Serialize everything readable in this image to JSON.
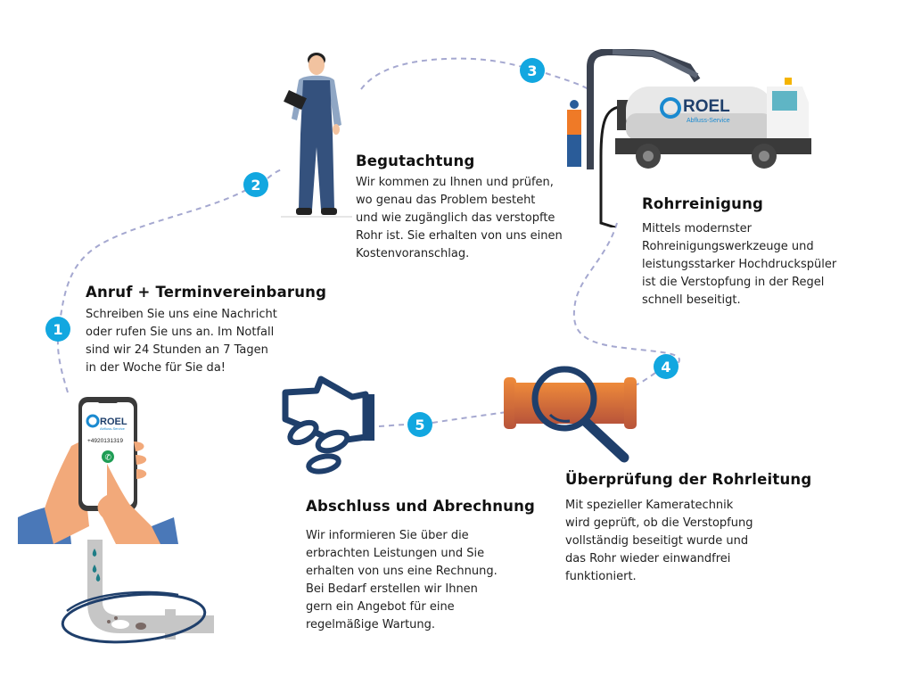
{
  "colors": {
    "badge": "#12a7e0",
    "path": "#a5a8d0",
    "navy": "#1f3f6b",
    "orange_pipe": "#e07a35",
    "text": "#1a1a1a"
  },
  "brand": {
    "name": "ROEL",
    "subtitle": "Abfluss-Service",
    "phone": "+4920131319"
  },
  "steps": [
    {
      "number": "1",
      "title": "Anruf + Terminvereinbarung",
      "text": "Schreiben Sie uns eine Nachricht\noder rufen Sie uns an. Im Notfall\nsind wir 24 Stunden an 7 Tagen\nin der Woche für Sie da!",
      "icon": "phone-call-illustration"
    },
    {
      "number": "2",
      "title": "Begutachtung",
      "text": "Wir kommen zu Ihnen und prüfen,\nwo genau das Problem besteht\nund wie zugänglich das verstopfte\nRohr ist. Sie erhalten von uns einen\nKostenvoranschlag.",
      "icon": "worker-with-clipboard-illustration"
    },
    {
      "number": "3",
      "title": "Rohrreinigung",
      "text": "Mittels modernster\nRohreinigungswerkzeuge und\nleistungsstarker Hochdruckspüler\nist die Verstopfung in der Regel\nschnell beseitigt.",
      "icon": "sewer-truck-illustration"
    },
    {
      "number": "4",
      "title": "Überprüfung der Rohrleitung",
      "text": "Mit spezieller Kameratechnik\nwird geprüft, ob die Verstopfung\nvollständig beseitigt wurde und\ndas Rohr wieder einwandfrei\nfunktioniert.",
      "icon": "pipe-magnifier-illustration"
    },
    {
      "number": "5",
      "title": "Abschluss und Abrechnung",
      "text": "Wir informieren Sie über die\nerbrachten Leistungen und Sie\nerhalten von uns eine Rechnung.\nBei Bedarf erstellen wir Ihnen\ngern ein Angebot für eine\nregelmäßige Wartung.",
      "icon": "hand-coins-illustration"
    }
  ]
}
